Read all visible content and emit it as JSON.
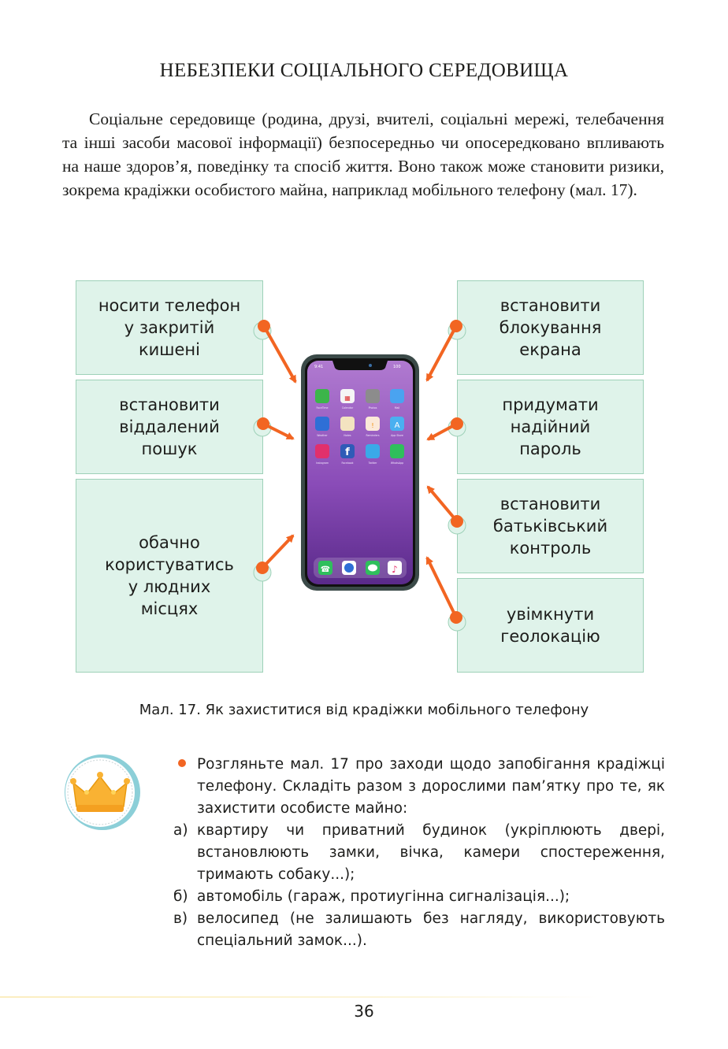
{
  "heading": "НЕБЕЗПЕКИ СОЦІАЛЬНОГО СЕРЕДОВИЩА",
  "intro": "Соціальне середовище (родина, друзі, вчителі, соціальні мережі, телебачення та інші засоби масової інформації) безпосередньо чи опосередковано впливають на наше здоров’я, поведінку та спосіб життя. Воно також може становити ризики, зокрема крадіжки особистого майна, наприклад мобільного телефону (мал. 17).",
  "diagram": {
    "left_boxes": [
      "носити телефон\nу закритій\nкишені",
      "встановити\nвіддалений\nпошук",
      "обачно\nкористуватись\nу людних\nмісцях"
    ],
    "right_boxes": [
      "встановити\nблокування\nекрана",
      "придумати\nнадійний\nпароль",
      "встановити\nбатьківський\nконтроль",
      "увімкнути\nгеолокацію"
    ],
    "phone_apps": [
      "FaceTime",
      "Calendar",
      "Photos",
      "Mail",
      "Weather",
      "Notes",
      "Reminders",
      "App Store",
      "Instagram",
      "Facebook",
      "Twitter",
      "WhatsApp"
    ],
    "colors": {
      "arrow": "#f26522",
      "box_fill": "#dff3ea",
      "box_border": "#9ed1b8",
      "phone_body": "#3b4a48",
      "screen_top": "#b07ad0",
      "screen_bottom": "#5a2a8a"
    }
  },
  "caption": "Мал. 17. Як захиститися від крадіжки мобільного телефону",
  "tasks": {
    "bullet": "Розгляньте мал. 17 про заходи щодо запобігання крадіжці телефону. Складіть разом з дорослими пам’ятку про те, як захистити особисте майно:",
    "items": [
      {
        "marker": "а)",
        "text": "квартиру чи приватний будинок (укріплюють двері, встановлюють замки, вічка, камери спостереження, тримають собаку...);"
      },
      {
        "marker": "б)",
        "text": "автомобіль (гараж, протиугінна сигналізація...);"
      },
      {
        "marker": "в)",
        "text": "велосипед (не залишають без нагляду, використовують спеціальний замок...)."
      }
    ],
    "icon": "crown-icon"
  },
  "page_number": "36"
}
